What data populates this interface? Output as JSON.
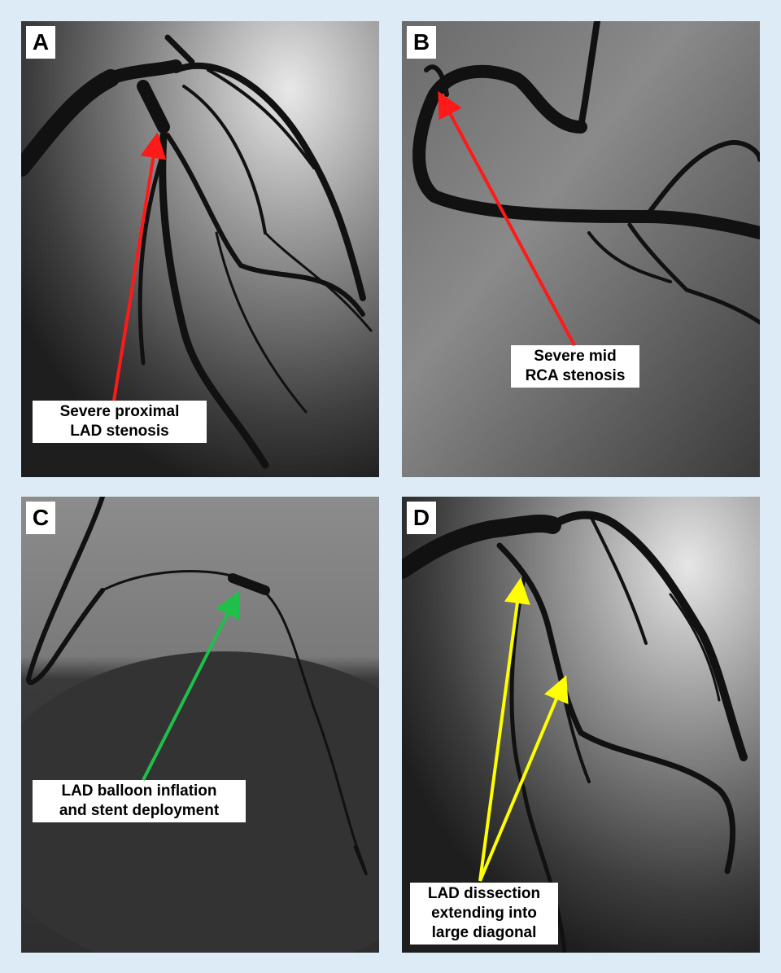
{
  "panels": {
    "A": {
      "letter": "A",
      "callout": "Severe proximal\nLAD stenosis",
      "arrow_color": "#ff1a1a"
    },
    "B": {
      "letter": "B",
      "callout": "Severe mid\nRCA stenosis",
      "arrow_color": "#ff1a1a"
    },
    "C": {
      "letter": "C",
      "callout": "LAD balloon  inflation\nand stent deployment",
      "arrow_color": "#1fbf4a"
    },
    "D": {
      "letter": "D",
      "callout": "LAD dissection\nextending into\nlarge diagonal",
      "arrow_color": "#ffff00"
    }
  },
  "frame_color": "#dcebf5"
}
